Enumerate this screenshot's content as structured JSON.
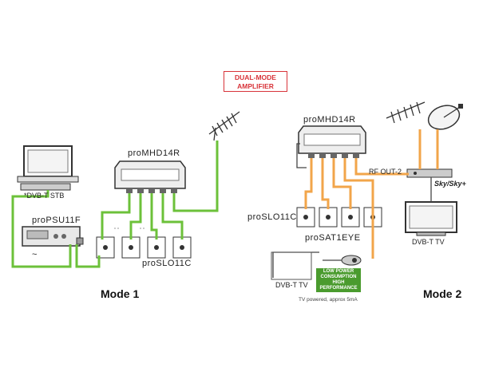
{
  "title_badge": "DUAL-MODE AMPLIFIER",
  "mode1": {
    "label": "Mode 1",
    "amplifier": "proMHD14R",
    "stb": "*DVB-T STB",
    "psu": "proPSU11F",
    "ac_symbol": "~",
    "outlets": "proSLO11C"
  },
  "mode2": {
    "label": "Mode 2",
    "amplifier": "proMHD14R",
    "rf_out": "RF OUT-2",
    "sky": "Sky/Sky+",
    "tv_right": "DVB-T TV",
    "outlets": "proSLO11C",
    "sat_eye": "proSAT1EYE",
    "tv_left": "DVB-T TV",
    "badge_line1": "LOW POWER",
    "badge_line2": "CONSUMPTION",
    "badge_line3": "HIGH",
    "badge_line4": "PERFORMANCE",
    "footnote": "TV powered, approx 5mA"
  },
  "colors": {
    "mode1_cable": "#6cc13a",
    "mode2_cable": "#f2a54a",
    "badge_red": "#d8343a",
    "badge_green": "#4a9b2e"
  }
}
